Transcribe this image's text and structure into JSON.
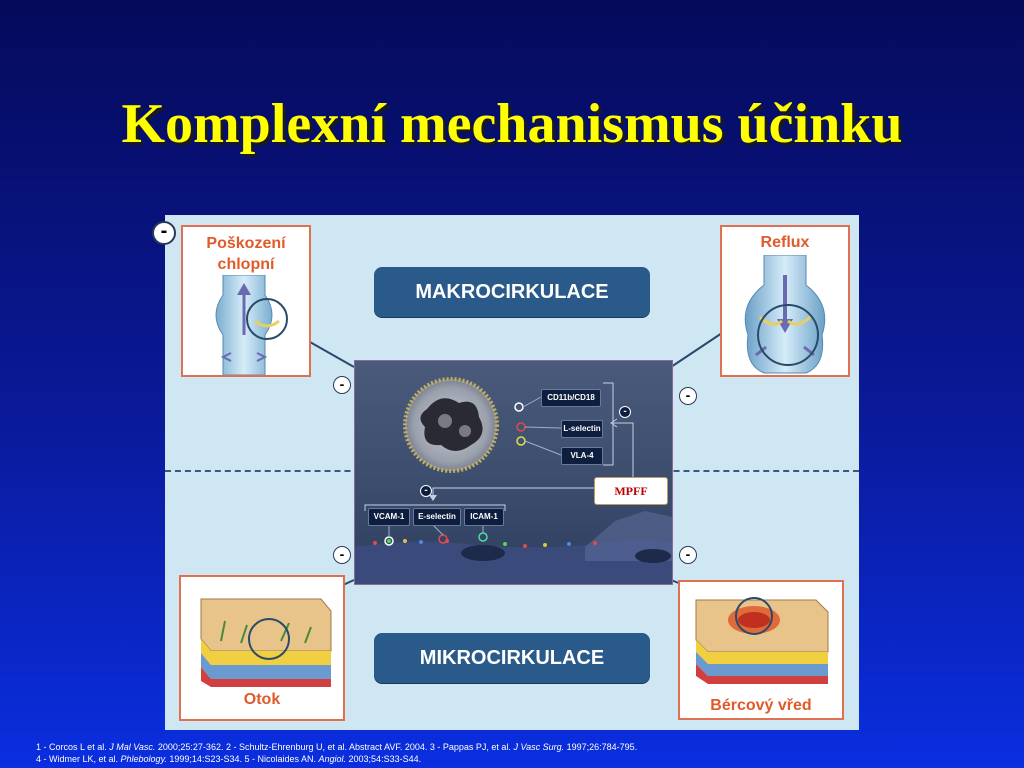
{
  "slide": {
    "title": "Komplexní mechanismus účinku"
  },
  "diagram": {
    "makro_label": "MAKROCIRKULACE",
    "mikro_label": "MIKROCIRKULACE",
    "top_left_label_line1": "Poškození",
    "top_left_label_line2": "chlopní",
    "top_right_label": "Reflux",
    "bottom_left_label": "Otok",
    "bottom_right_label": "Bércový vřed",
    "minus_symbol": "-",
    "leukocyte_markers": [
      "CD11b/CD18",
      "L-selectin",
      "VLA-4"
    ],
    "endothelial_markers": [
      "VCAM-1",
      "E-selectin",
      "ICAM-1"
    ],
    "drug_label": "MPFF"
  },
  "references": {
    "r1": "1 - Corcos L et al. ",
    "r1_j": "J  Mal Vasc.",
    "r1_c": " 2000;25:27-362. 2 - Schultz-Ehrenburg U, et al. Abstract AVF. 2004. 3 - Pappas PJ, et al. ",
    "r3_j": "J Vasc Surg.",
    "r3_c": " 1997;26:784-795.",
    "r4": "4 - Widmer LK, et al. ",
    "r4_j": "Phlebology.",
    "r4_c": " 1999;14:S23-S34. 5 - Nicolaides AN. ",
    "r5_j": "Angiol.",
    "r5_c": " 2003;54:S33-S44."
  },
  "colors": {
    "title": "#ffff00",
    "label_orange": "#e05a2a",
    "pill_blue": "#2a5a8a",
    "diagram_bg": "#cfe6f3"
  }
}
